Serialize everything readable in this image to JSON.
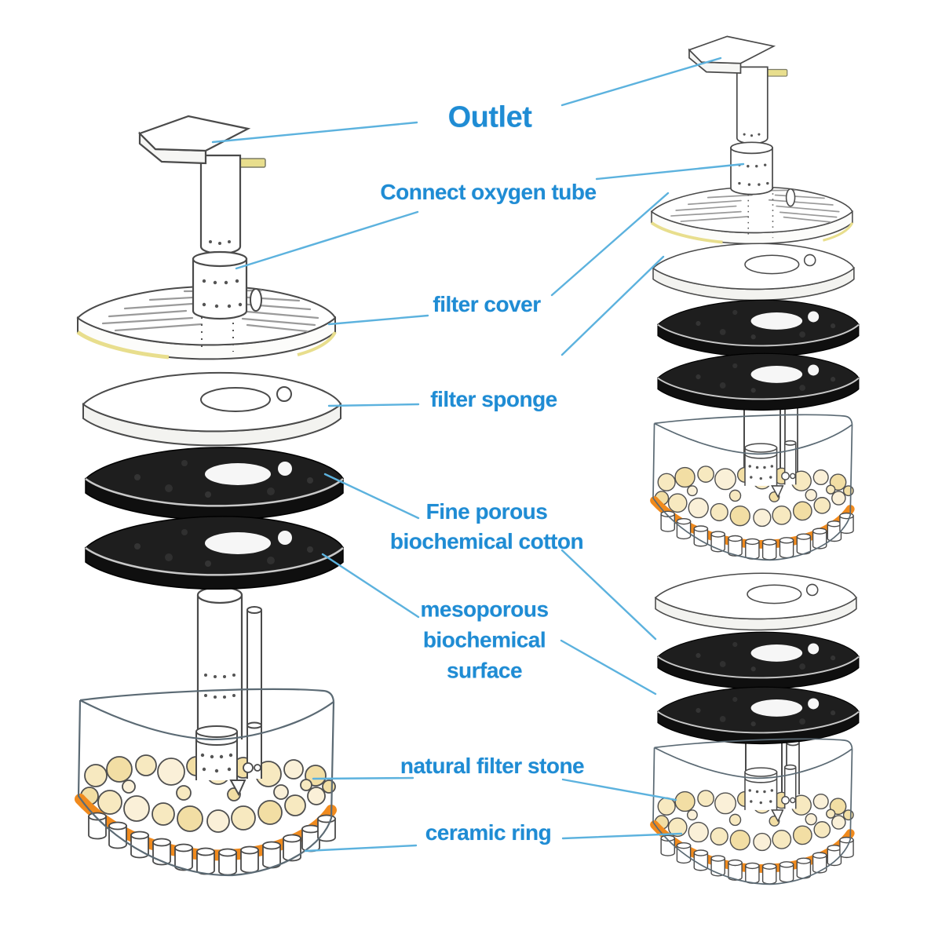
{
  "labels": {
    "outlet": "Outlet",
    "connect_oxygen_tube": "Connect oxygen tube",
    "filter_cover": "filter cover",
    "filter_sponge": "filter sponge",
    "fine_porous": "Fine porous\nbiochemical cotton",
    "mesoporous": "mesoporous\nbiochemical\nsurface",
    "natural_filter_stone": "natural filter stone",
    "ceramic_ring": "ceramic ring"
  },
  "colors": {
    "label_text": "#1f8cd4",
    "leader_line": "#5cb2de",
    "outline": "#4a4a4a",
    "container_outline": "#5b6a74",
    "black_sponge": "#1e1e1e",
    "sponge_seam": "#c9c9c9",
    "stone_fill": "#f5e5b4",
    "orange_layer": "#f08a1d",
    "accent_yellow": "#e8de8d",
    "background": "#ffffff"
  }
}
